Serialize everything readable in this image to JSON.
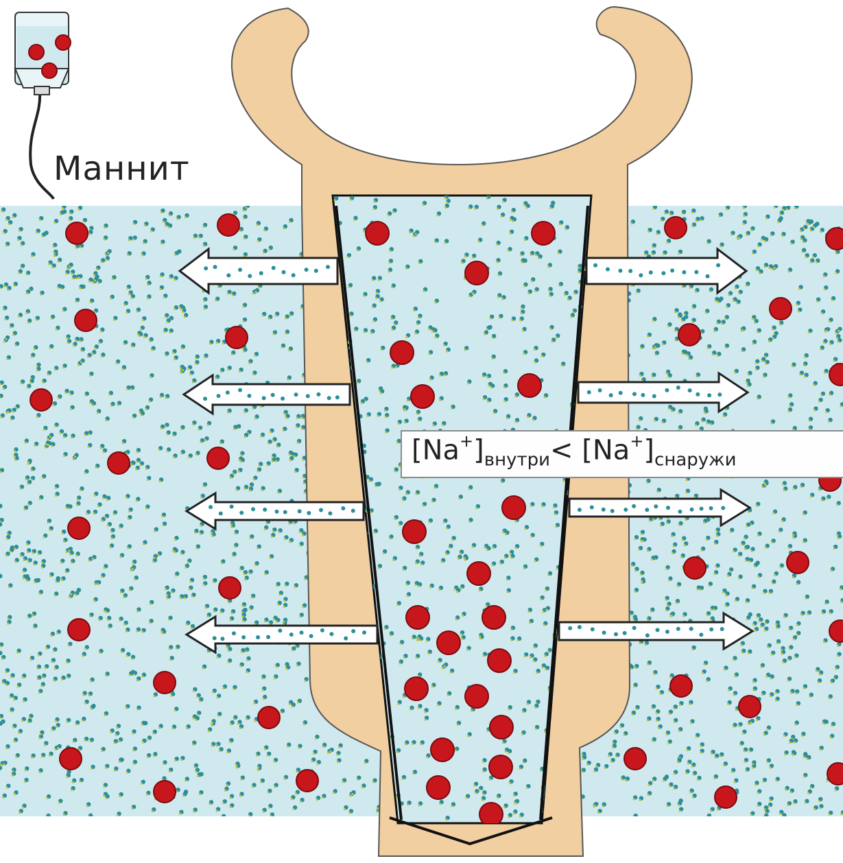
{
  "diagram": {
    "iv_label": "Маннит",
    "na_label": {
      "left_part": "[Na",
      "charge": "+",
      "close": "]",
      "inside_sub": "внутри",
      "comparison": "< ",
      "right_part": "[Na",
      "outside_sub": "снаружи"
    },
    "colors": {
      "interstitial_fluid": "#cfe9ef",
      "tubule_wall": "#f1cfa1",
      "lumen": "#cfe9ef",
      "mannitol_particle": "#c8171c",
      "water_particle": "#2c8e9a",
      "arrow_fill": "#ffffff",
      "arrow_outline": "#222222"
    }
  }
}
